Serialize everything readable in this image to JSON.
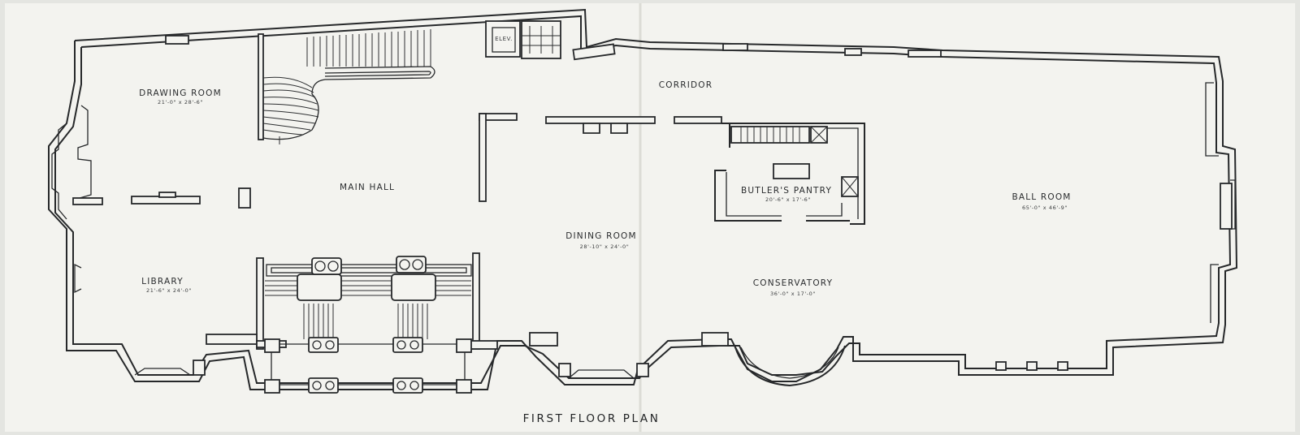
{
  "plan": {
    "title": "FIRST FLOOR PLAN",
    "rooms": {
      "drawing_room": {
        "name": "DRAWING ROOM",
        "dims": "21'-0\" x 28'-6\""
      },
      "main_hall": {
        "name": "MAIN HALL"
      },
      "library": {
        "name": "LIBRARY",
        "dims": "21'-6\" x 24'-0\""
      },
      "corridor": {
        "name": "CORRIDOR"
      },
      "dining_room": {
        "name": "DINING ROOM",
        "dims": "28'-10\" x 24'-0\""
      },
      "butlers_pantry": {
        "name": "BUTLER'S PANTRY",
        "dims": "20'-6\" x 17'-6\""
      },
      "conservatory": {
        "name": "CONSERVATORY",
        "dims": "36'-0\" x 17'-0\""
      },
      "ball_room": {
        "name": "BALL ROOM",
        "dims": "65'-0\" x 46'-9\""
      },
      "elev": {
        "name": "ELEV."
      }
    }
  },
  "colors": {
    "paper": "#f3f3ef",
    "ink": "#26282a",
    "background": "#e4e5e1"
  }
}
